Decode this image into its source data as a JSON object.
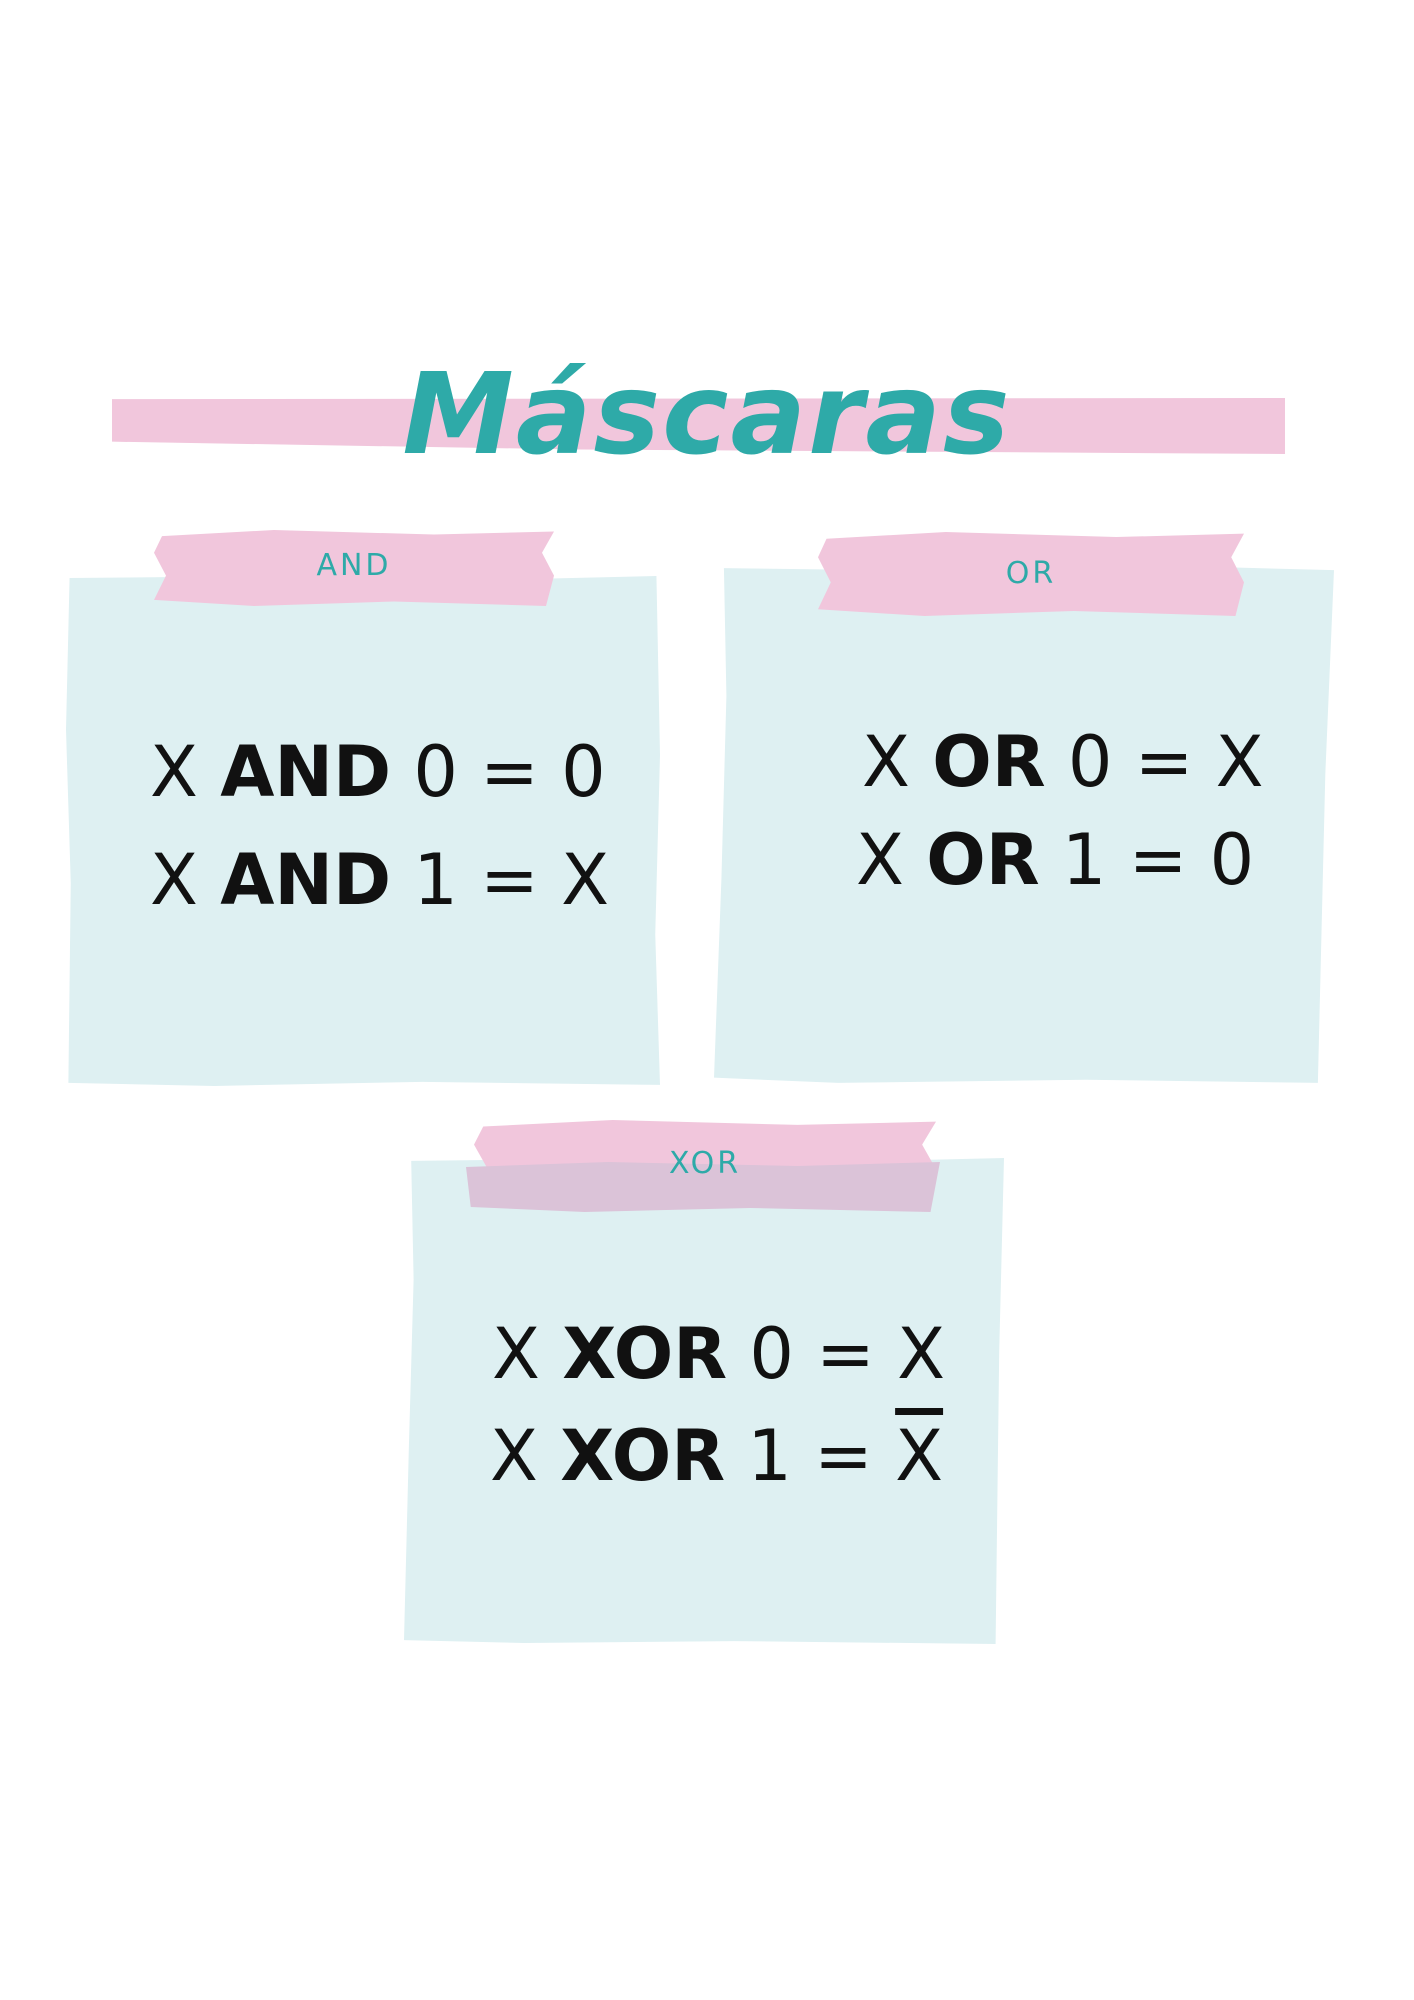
{
  "title": "Máscaras",
  "cards": {
    "and": {
      "label": "AND",
      "line1": {
        "x": "X",
        "op": "AND",
        "rhs": "0 = 0"
      },
      "line2": {
        "x": "X",
        "op": "AND",
        "rhs": "1 = X"
      }
    },
    "or": {
      "label": "OR",
      "line1": {
        "x": "X",
        "op": "OR",
        "rhs": "0 = X"
      },
      "line2": {
        "x": "X",
        "op": "OR",
        "rhs": "1 = 0"
      }
    },
    "xor": {
      "label": "XOR",
      "line1": {
        "x": "X",
        "op": "XOR",
        "rhs": "0 = X"
      },
      "line2": {
        "x": "X",
        "op": "XOR",
        "rhs": "1 =",
        "result": "X"
      }
    }
  },
  "colors": {
    "accent": "#2eaaa8",
    "tape": "#f1c6dc",
    "card": "#def0f2"
  }
}
